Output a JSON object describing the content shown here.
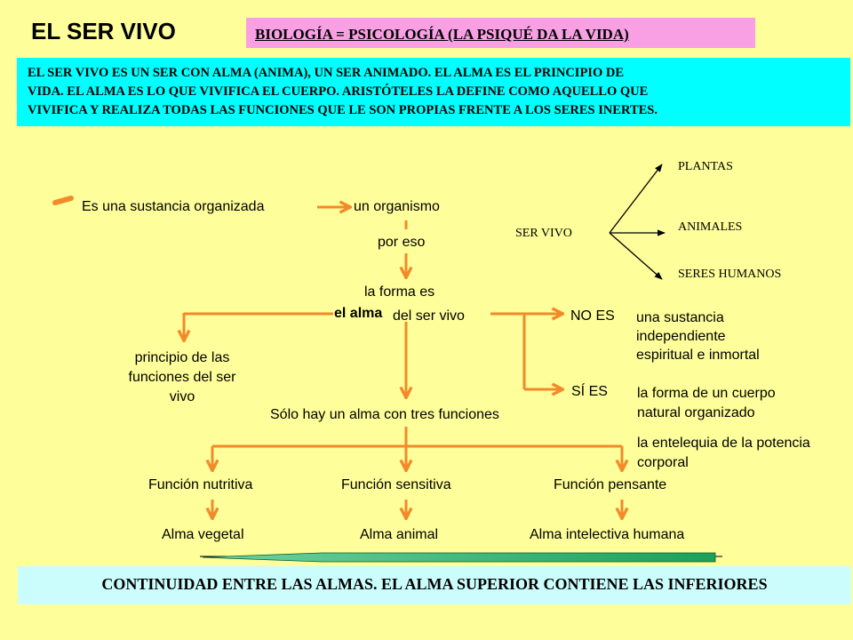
{
  "header": {
    "title": "EL SER VIVO",
    "subtitle": "BIOLOGÍA = PSICOLOGÍA (LA PSIQUÉ DA LA VIDA)"
  },
  "intro": {
    "line1": "EL SER VIVO ES UN SER CON ALMA (ANIMA), UN SER ANIMADO. EL ALMA ES EL PRINCIPIO DE",
    "line2": "VIDA. EL ALMA ES LO QUE VIVIFICA EL CUERPO. ARISTÓTELES LA DEFINE COMO AQUELLO QUE",
    "line3": "VIVIFICA Y REALIZA TODAS LAS FUNCIONES QUE LE SON PROPIAS FRENTE A LOS SERES INERTES."
  },
  "diagram": {
    "sustancia": "Es una sustancia organizada",
    "organismo": "un organismo",
    "por_eso": "por eso",
    "forma_es": "la forma es",
    "el_alma": "el alma",
    "del_ser_vivo": "del ser vivo",
    "principio_1": "principio de las",
    "principio_2": "funciones del ser",
    "principio_3": "vivo",
    "no_es": "NO ES",
    "no_es_1": "una sustancia",
    "no_es_2": "independiente",
    "no_es_3": "espiritual e inmortal",
    "si_es": "SÍ ES",
    "si_es_1": "la forma de un cuerpo",
    "si_es_2": "natural organizado",
    "entelequia_1": "la entelequia de la potencia",
    "entelequia_2": "corporal",
    "un_alma": "Sólo hay un alma con tres funciones",
    "functions": [
      "Función nutritiva",
      "Función sensitiva",
      "Función pensante"
    ],
    "souls": [
      "Alma vegetal",
      "Alma animal",
      "Alma intelectiva humana"
    ]
  },
  "classification": {
    "root": "SER VIVO",
    "branches": [
      "PLANTAS",
      "ANIMALES",
      "SERES HUMANOS"
    ]
  },
  "footer": {
    "text": "CONTINUIDAD ENTRE LAS ALMAS. EL ALMA SUPERIOR CONTIENE LAS INFERIORES"
  },
  "colors": {
    "background": "#fefe9a",
    "arrow": "#f28a2a",
    "pink": "#f9a0e4",
    "cyan": "#00ffff",
    "light_cyan": "#cbfdfd",
    "green_arrow": "#22aa66"
  }
}
